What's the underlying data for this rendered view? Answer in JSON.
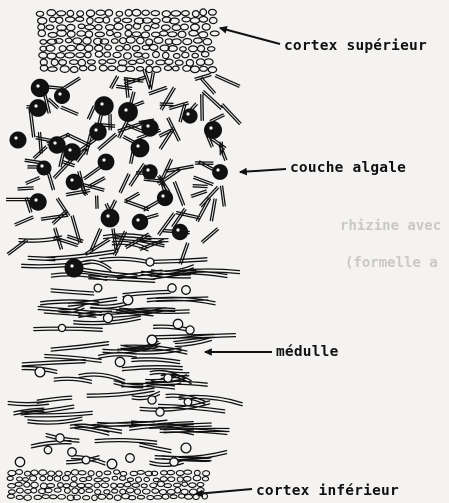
{
  "labels": {
    "cortex_superieur": "cortex supérieur",
    "couche_algale": "couche algale",
    "medulle": "médulle",
    "cortex_inferieur": "cortex inférieur"
  },
  "background_text": {
    "line1": "rhizine avec",
    "line2": "(formelle a"
  },
  "colors": {
    "ink": "#111111",
    "paper": "#f4f3f1",
    "faint": "#c9c8c6"
  }
}
